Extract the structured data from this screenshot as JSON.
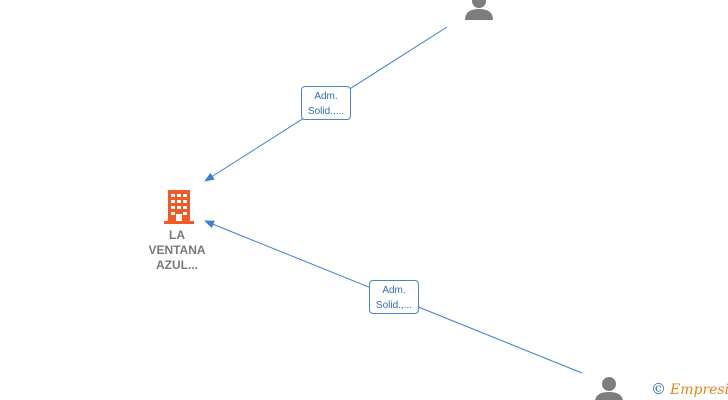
{
  "colors": {
    "edge": "#3b7fd0",
    "edge_label_border": "#4a86c8",
    "edge_label_text": "#2f6db5",
    "company_icon": "#f05a28",
    "person_icon": "#7d7d7d",
    "company_label": "#7a7a7a"
  },
  "nodes": {
    "company": {
      "icon": "building-icon",
      "label_lines": [
        "LA",
        "VENTANA",
        "AZUL..."
      ]
    },
    "person_top": {
      "icon": "person-icon"
    },
    "person_bottom": {
      "icon": "person-icon"
    }
  },
  "edges": [
    {
      "from": "person_top",
      "to": "company",
      "label_lines": [
        "Adm.",
        "Solid.,..."
      ]
    },
    {
      "from": "person_bottom",
      "to": "company",
      "label_lines": [
        "Adm.",
        "Solid.,..."
      ]
    }
  ],
  "brand": {
    "copyright_symbol": "©",
    "name": "Empresia"
  }
}
